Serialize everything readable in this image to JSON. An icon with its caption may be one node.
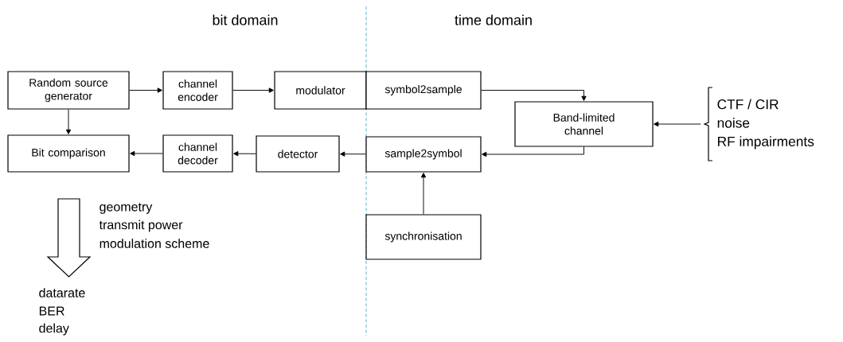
{
  "diagram": {
    "nodes": [
      {
        "text": [
          "Random source generator"
        ]
      },
      {
        "text": [
          "channel encoder"
        ]
      },
      {
        "text": [
          "modulator"
        ]
      },
      {
        "text": [
          "symbol2sample"
        ]
      },
      {
        "text": [
          "Band-limited channel"
        ]
      },
      {
        "text": [
          "Bit comparison"
        ]
      },
      {
        "text": [
          "channel decoder"
        ]
      },
      {
        "text": [
          "detector"
        ]
      },
      {
        "text": [
          "sample2symbol"
        ]
      },
      {
        "text": [
          "synchronisation"
        ]
      },
      {
        "text": [
          "CTF / CIR",
          "noise",
          "RF impairments"
        ]
      }
    ],
    "edges": [
      {
        "from": 0,
        "to": 1,
        "arrow": "to"
      },
      {
        "from": 1,
        "to": 2,
        "arrow": "to"
      },
      {
        "from": 3,
        "to": 4,
        "arrow": "to"
      },
      {
        "from": 10,
        "to": 4,
        "arrow": "to"
      },
      {
        "from": 4,
        "to": 8,
        "arrow": "to"
      },
      {
        "from": 8,
        "to": 7,
        "arrow": "to"
      },
      {
        "from": 7,
        "to": 6,
        "arrow": "to"
      },
      {
        "from": 6,
        "to": 5,
        "arrow": "to"
      },
      {
        "from": 0,
        "to": 5,
        "arrow": "to"
      },
      {
        "from": 9,
        "to": 8,
        "arrow": "to"
      }
    ],
    "labels": [
      "bit domain",
      "time domain",
      "geometry",
      "transmit power",
      "modulation scheme",
      "datarate",
      "BER",
      "delay"
    ]
  }
}
